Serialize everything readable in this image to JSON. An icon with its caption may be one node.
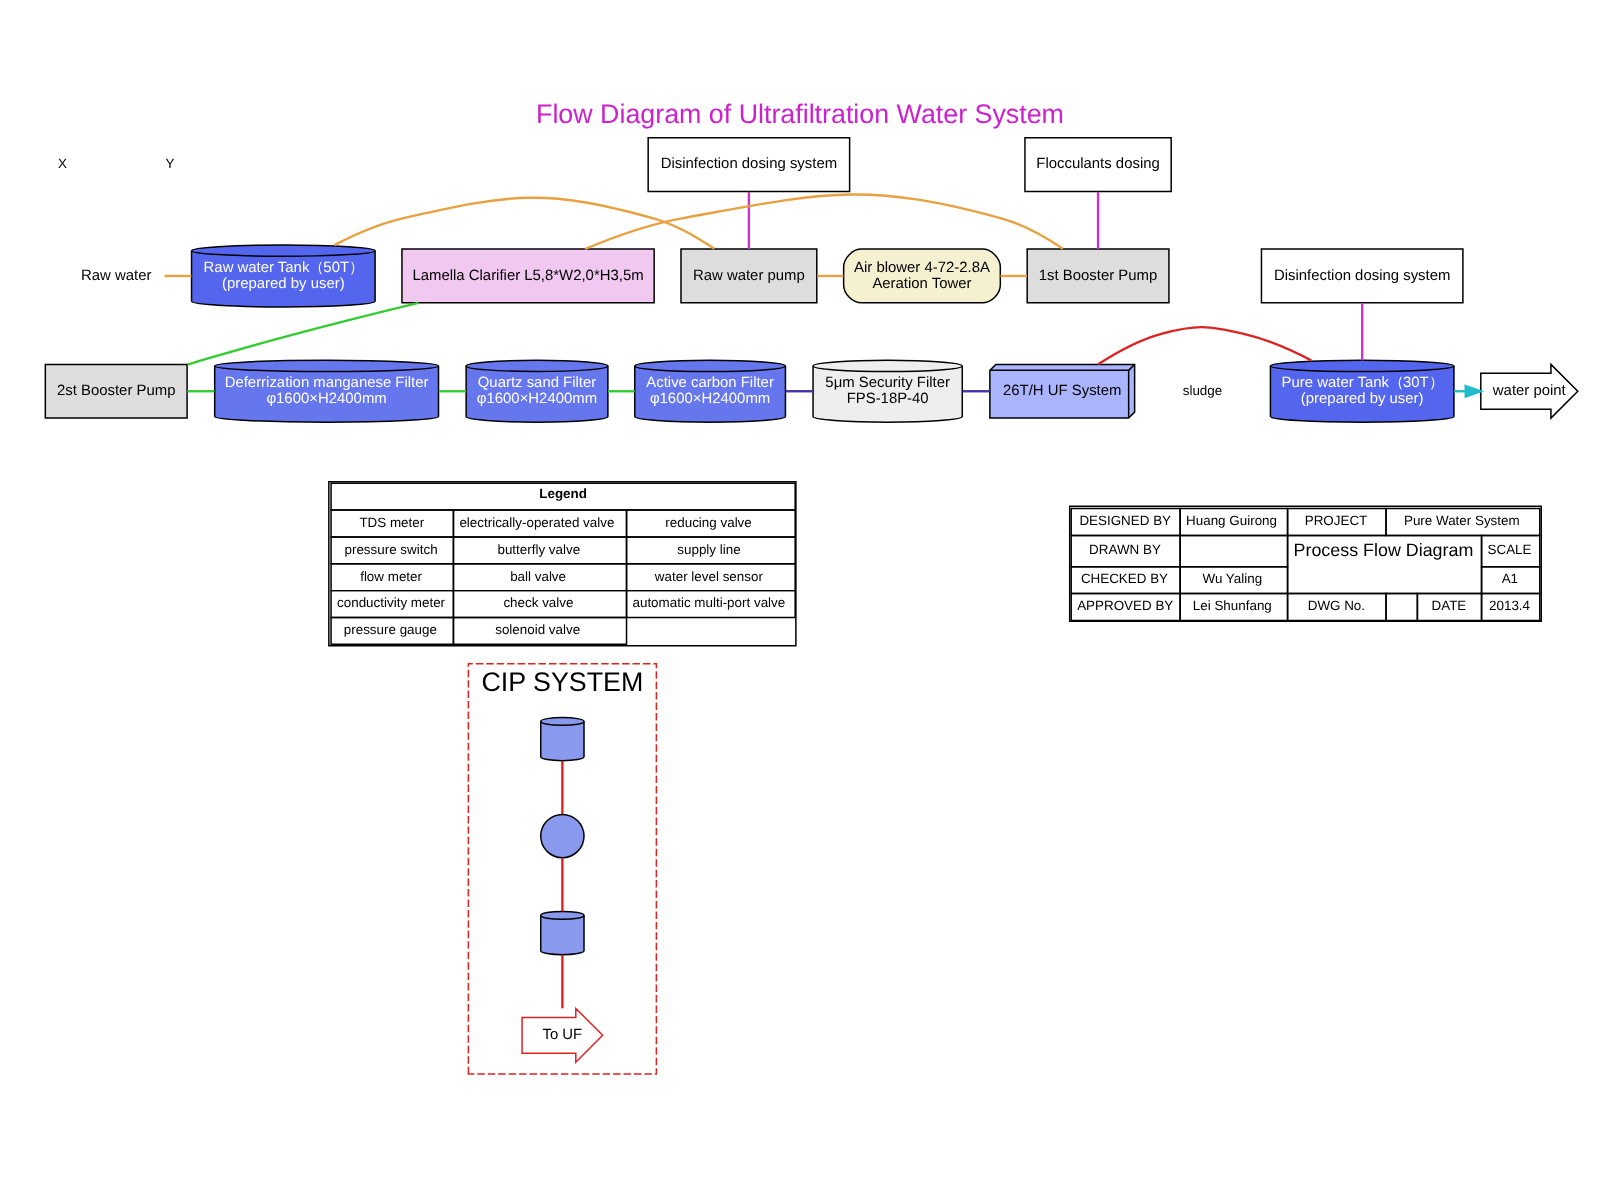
{
  "diagram": {
    "title": "Flow Diagram of Ultrafiltration Water System",
    "nodes": [
      {
        "text": [
          "Raw water"
        ]
      },
      {
        "text": [
          "Raw water Tank（50T）",
          "(prepared by user)"
        ]
      },
      {
        "text": [
          "Disinfection dosing system"
        ]
      },
      {
        "text": [
          "Raw water pump"
        ]
      },
      {
        "text": [
          "Air blower 4-72-2.8A",
          "Aeration Tower"
        ]
      },
      {
        "text": [
          "Flocculants dosing"
        ]
      },
      {
        "text": [
          "1st Booster Pump"
        ]
      },
      {
        "text": [
          "Lamella Clarifier L5,8*W2,0*H3,5m"
        ]
      },
      {
        "text": [
          "2st Booster Pump"
        ]
      },
      {
        "text": [
          "Deferrization manganese Filter",
          "φ1600×H2400mm"
        ]
      },
      {
        "text": [
          "Quartz sand Filter",
          "φ1600×H2400mm"
        ]
      },
      {
        "text": [
          "Active carbon Filter",
          "φ1600×H2400mm"
        ]
      },
      {
        "text": [
          "5μm Security Filter",
          "FPS-18P-40"
        ]
      },
      {
        "text": [
          "26T/H UF System"
        ]
      },
      {
        "text": [
          "Disinfection dosing system"
        ]
      },
      {
        "text": [
          "Pure water Tank（30T）",
          "(prepared by user)"
        ]
      },
      {
        "text": [
          "water point"
        ]
      },
      {
        "text": [
          "CIP SYSTEM"
        ]
      },
      {
        "text": [],
        "shape": "cylinder",
        "in": 17
      },
      {
        "text": [],
        "shape": "circle",
        "in": 17
      },
      {
        "text": [],
        "shape": "cylinder",
        "in": 17
      },
      {
        "text": [
          "To UF"
        ],
        "in": 17
      }
    ],
    "edges": [
      {
        "from": 0,
        "to": 1,
        "arrow": "none"
      },
      {
        "from": 1,
        "to": 3,
        "arrow": "none"
      },
      {
        "from": 2,
        "to": 3,
        "arrow": "none",
        "color": "#cc33cc"
      },
      {
        "from": 3,
        "to": 4,
        "arrow": "none"
      },
      {
        "from": 4,
        "to": 6,
        "arrow": "none"
      },
      {
        "from": 5,
        "to": 6,
        "arrow": "none",
        "color": "#cc33cc"
      },
      {
        "from": 6,
        "to": 7,
        "arrow": "none"
      },
      {
        "from": 7,
        "to": 8,
        "arrow": "none",
        "color": "#33cc33"
      },
      {
        "from": 8,
        "to": 9,
        "arrow": "none",
        "color": "#33cc33"
      },
      {
        "from": 9,
        "to": 10,
        "arrow": "none",
        "color": "#33cc33"
      },
      {
        "from": 10,
        "to": 11,
        "arrow": "none",
        "color": "#33cc33"
      },
      {
        "from": 11,
        "to": 12,
        "arrow": "none",
        "color": "#4433aa"
      },
      {
        "from": 12,
        "to": 13,
        "arrow": "none",
        "color": "#4433aa"
      },
      {
        "from": 13,
        "to": 15,
        "arrow": "none",
        "color": "#dd2222"
      },
      {
        "from": 14,
        "to": 15,
        "arrow": "none",
        "color": "#cc33cc"
      },
      {
        "from": 15,
        "to": 16,
        "arrow": "to",
        "color": "#22bbcc"
      },
      {
        "from": 18,
        "to": 19,
        "arrow": "none",
        "color": "#dd2222"
      },
      {
        "from": 19,
        "to": 20,
        "arrow": "none",
        "color": "#dd2222"
      },
      {
        "from": 20,
        "to": 21,
        "arrow": "none",
        "color": "#dd2222"
      }
    ],
    "labels": [
      "X",
      "Y",
      "sludge",
      "Legend",
      "DESIGNED BY",
      "Huang Guirong",
      "PROJECT",
      "Pure Water System",
      "DRAWN BY",
      "Process Flow Diagram",
      "SCALE",
      "CHECKED BY",
      "Wu Yaling",
      "A1",
      "APPROVED BY",
      "Lei Shunfang",
      "DWG No.",
      "DATE",
      "2013.4"
    ],
    "legend": [
      {
        "text": "TDS meter"
      },
      {
        "text": "electrically-operated valve"
      },
      {
        "text": "reducing valve"
      },
      {
        "text": "pressure switch"
      },
      {
        "text": "butterfly valve"
      },
      {
        "text": "supply line"
      },
      {
        "text": "flow meter"
      },
      {
        "text": "ball valve"
      },
      {
        "text": "water level sensor"
      },
      {
        "text": "conductivity meter"
      },
      {
        "text": "check valve"
      },
      {
        "text": "automatic multi-port valve"
      },
      {
        "text": "pressure gauge"
      },
      {
        "text": "solenoid valve"
      }
    ]
  }
}
